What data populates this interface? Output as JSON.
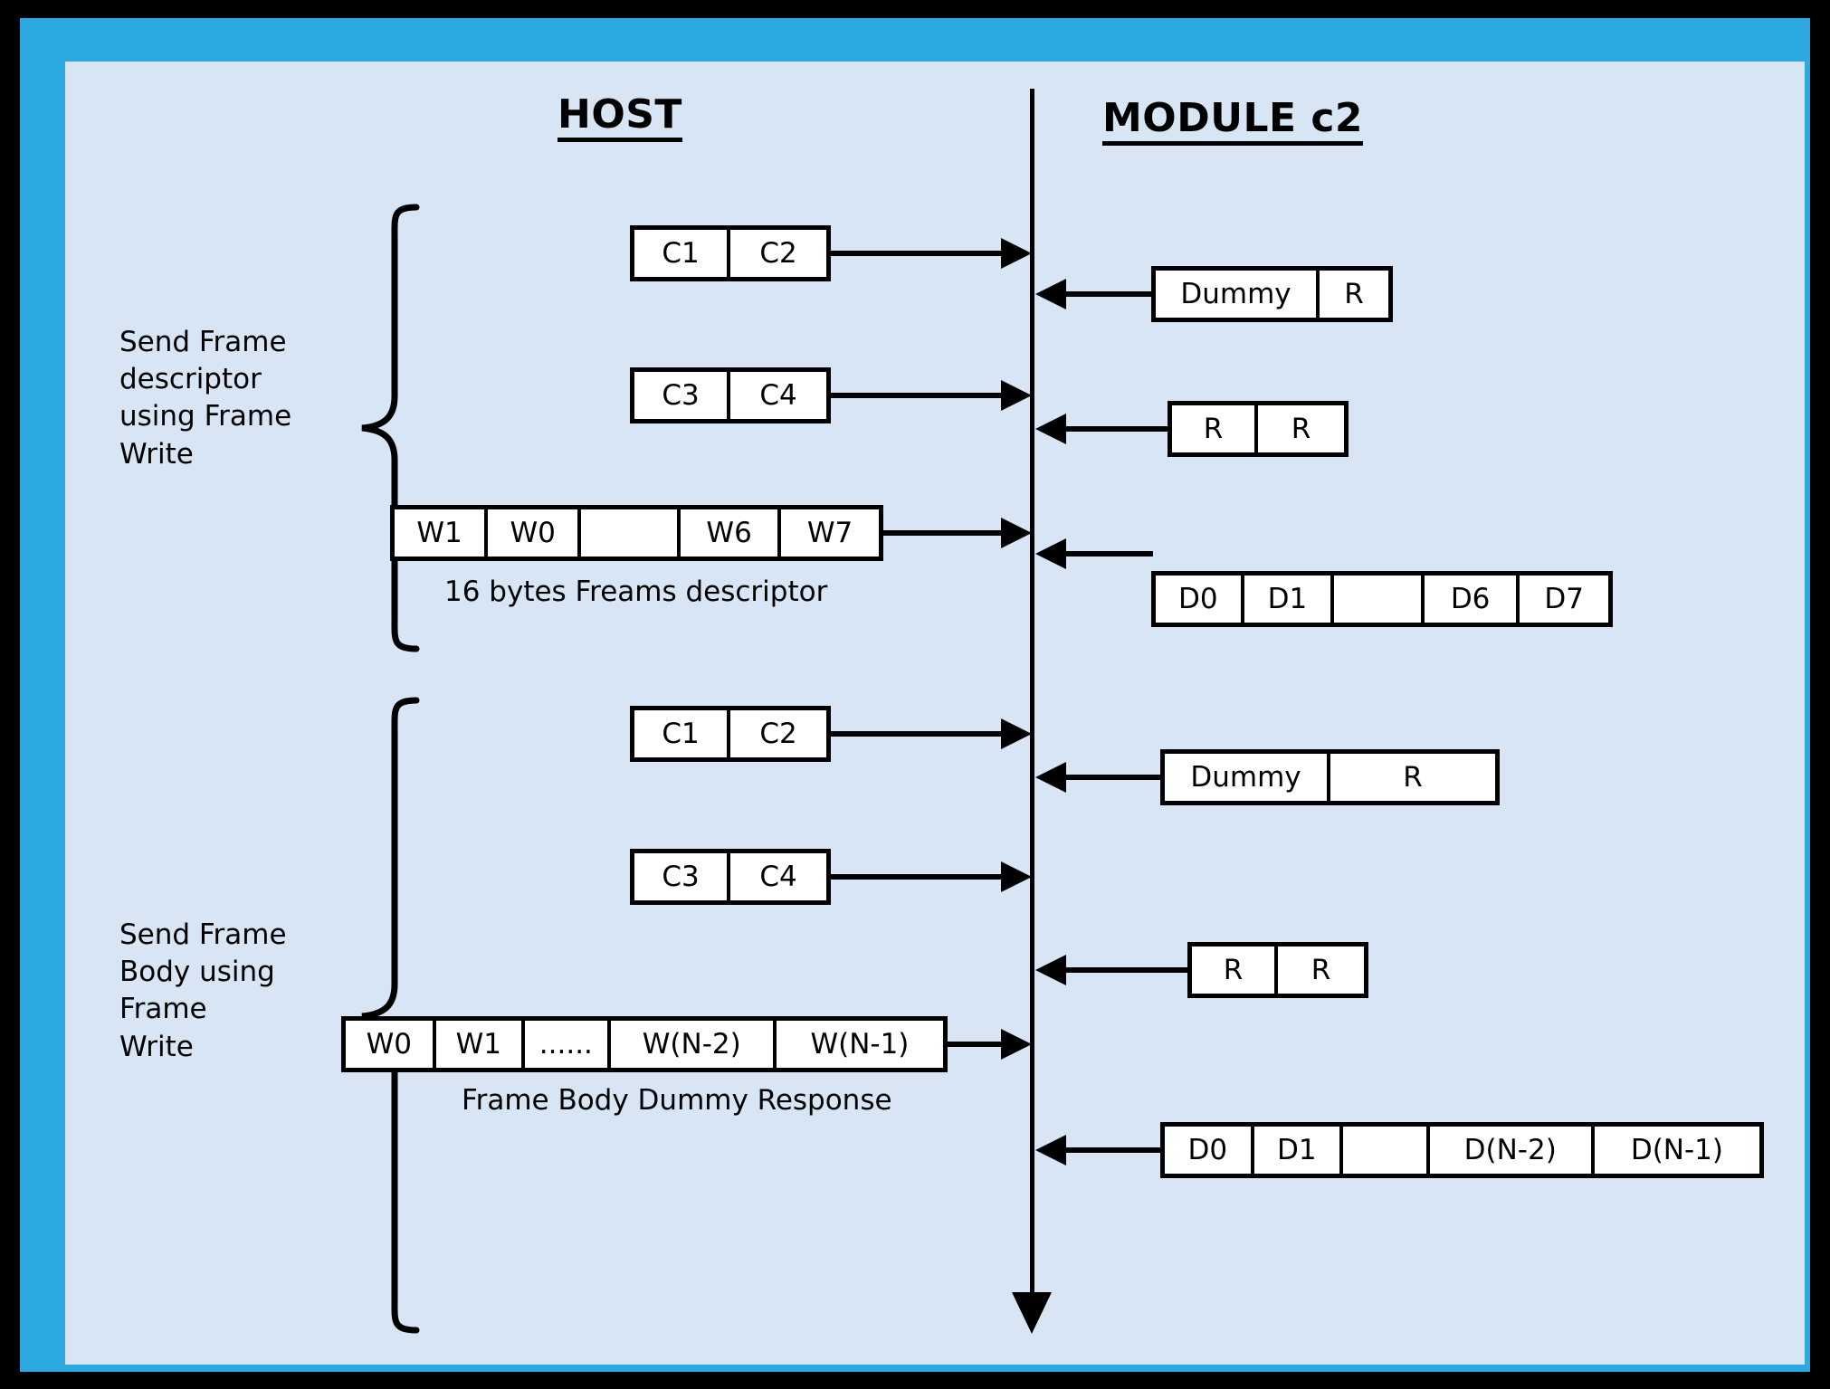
{
  "colors": {
    "outer_border": "#000000",
    "inner_border": "#2CA9E1",
    "canvas_background": "#D7E5F5",
    "box_fill": "#FFFFFF",
    "stroke": "#000000"
  },
  "titles": {
    "host": "HOST",
    "module": "MODULE c2"
  },
  "sections": [
    {
      "id": "frame-descriptor",
      "brace_label": "Send Frame\ndescriptor\nusing Frame\nWrite",
      "caption": "16 bytes Freams descriptor"
    },
    {
      "id": "frame-body",
      "brace_label": "Send Frame\nBody using\nFrame\nWrite",
      "caption": "Frame Body Dummy Response"
    }
  ],
  "messages": [
    {
      "id": "m1",
      "direction": "host-to-module",
      "cells": [
        "C1",
        "C2"
      ]
    },
    {
      "id": "m2",
      "direction": "module-to-host",
      "cells": [
        "Dummy",
        "R"
      ]
    },
    {
      "id": "m3",
      "direction": "host-to-module",
      "cells": [
        "C3",
        "C4"
      ]
    },
    {
      "id": "m4",
      "direction": "module-to-host",
      "cells": [
        "R",
        "R"
      ]
    },
    {
      "id": "m5",
      "direction": "host-to-module",
      "cells": [
        "W1",
        "W0",
        "",
        "W6",
        "W7"
      ]
    },
    {
      "id": "m6",
      "direction": "module-to-host",
      "cells": [
        "D0",
        "D1",
        "",
        "D6",
        "D7"
      ]
    },
    {
      "id": "m7",
      "direction": "host-to-module",
      "cells": [
        "C1",
        "C2"
      ]
    },
    {
      "id": "m8",
      "direction": "module-to-host",
      "cells": [
        "Dummy",
        "R"
      ]
    },
    {
      "id": "m9",
      "direction": "host-to-module",
      "cells": [
        "C3",
        "C4"
      ]
    },
    {
      "id": "m10",
      "direction": "module-to-host",
      "cells": [
        "R",
        "R"
      ]
    },
    {
      "id": "m11",
      "direction": "host-to-module",
      "cells": [
        "W0",
        "W1",
        "......",
        "W(N-2)",
        "W(N-1)"
      ]
    },
    {
      "id": "m12",
      "direction": "module-to-host",
      "cells": [
        "D0",
        "D1",
        "",
        "D(N-2)",
        "D(N-1)"
      ]
    }
  ]
}
